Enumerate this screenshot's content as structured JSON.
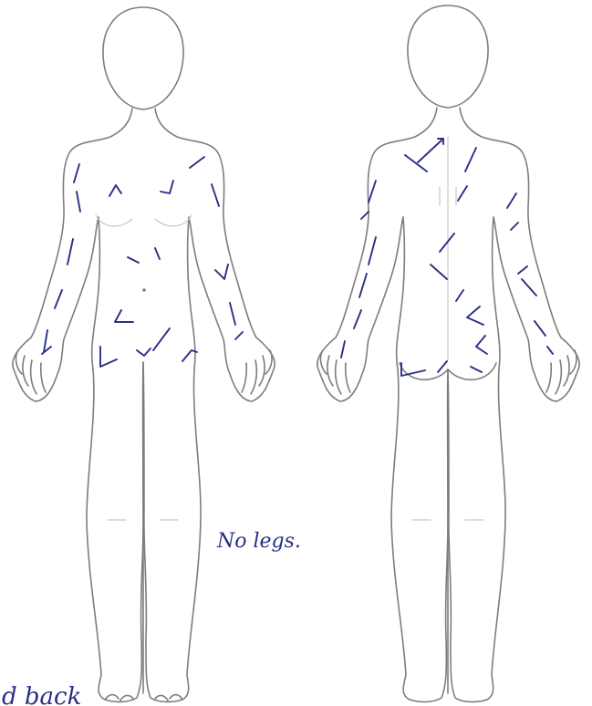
{
  "figures": [
    {
      "id": "front",
      "view": "front"
    },
    {
      "id": "back",
      "view": "back"
    }
  ],
  "annotations": {
    "no_legs_note": "No legs.",
    "bottom_left_note": "d back"
  },
  "colors": {
    "outline": "#7d7d7d",
    "ink": "#2a2f86",
    "background": "#ffffff"
  }
}
